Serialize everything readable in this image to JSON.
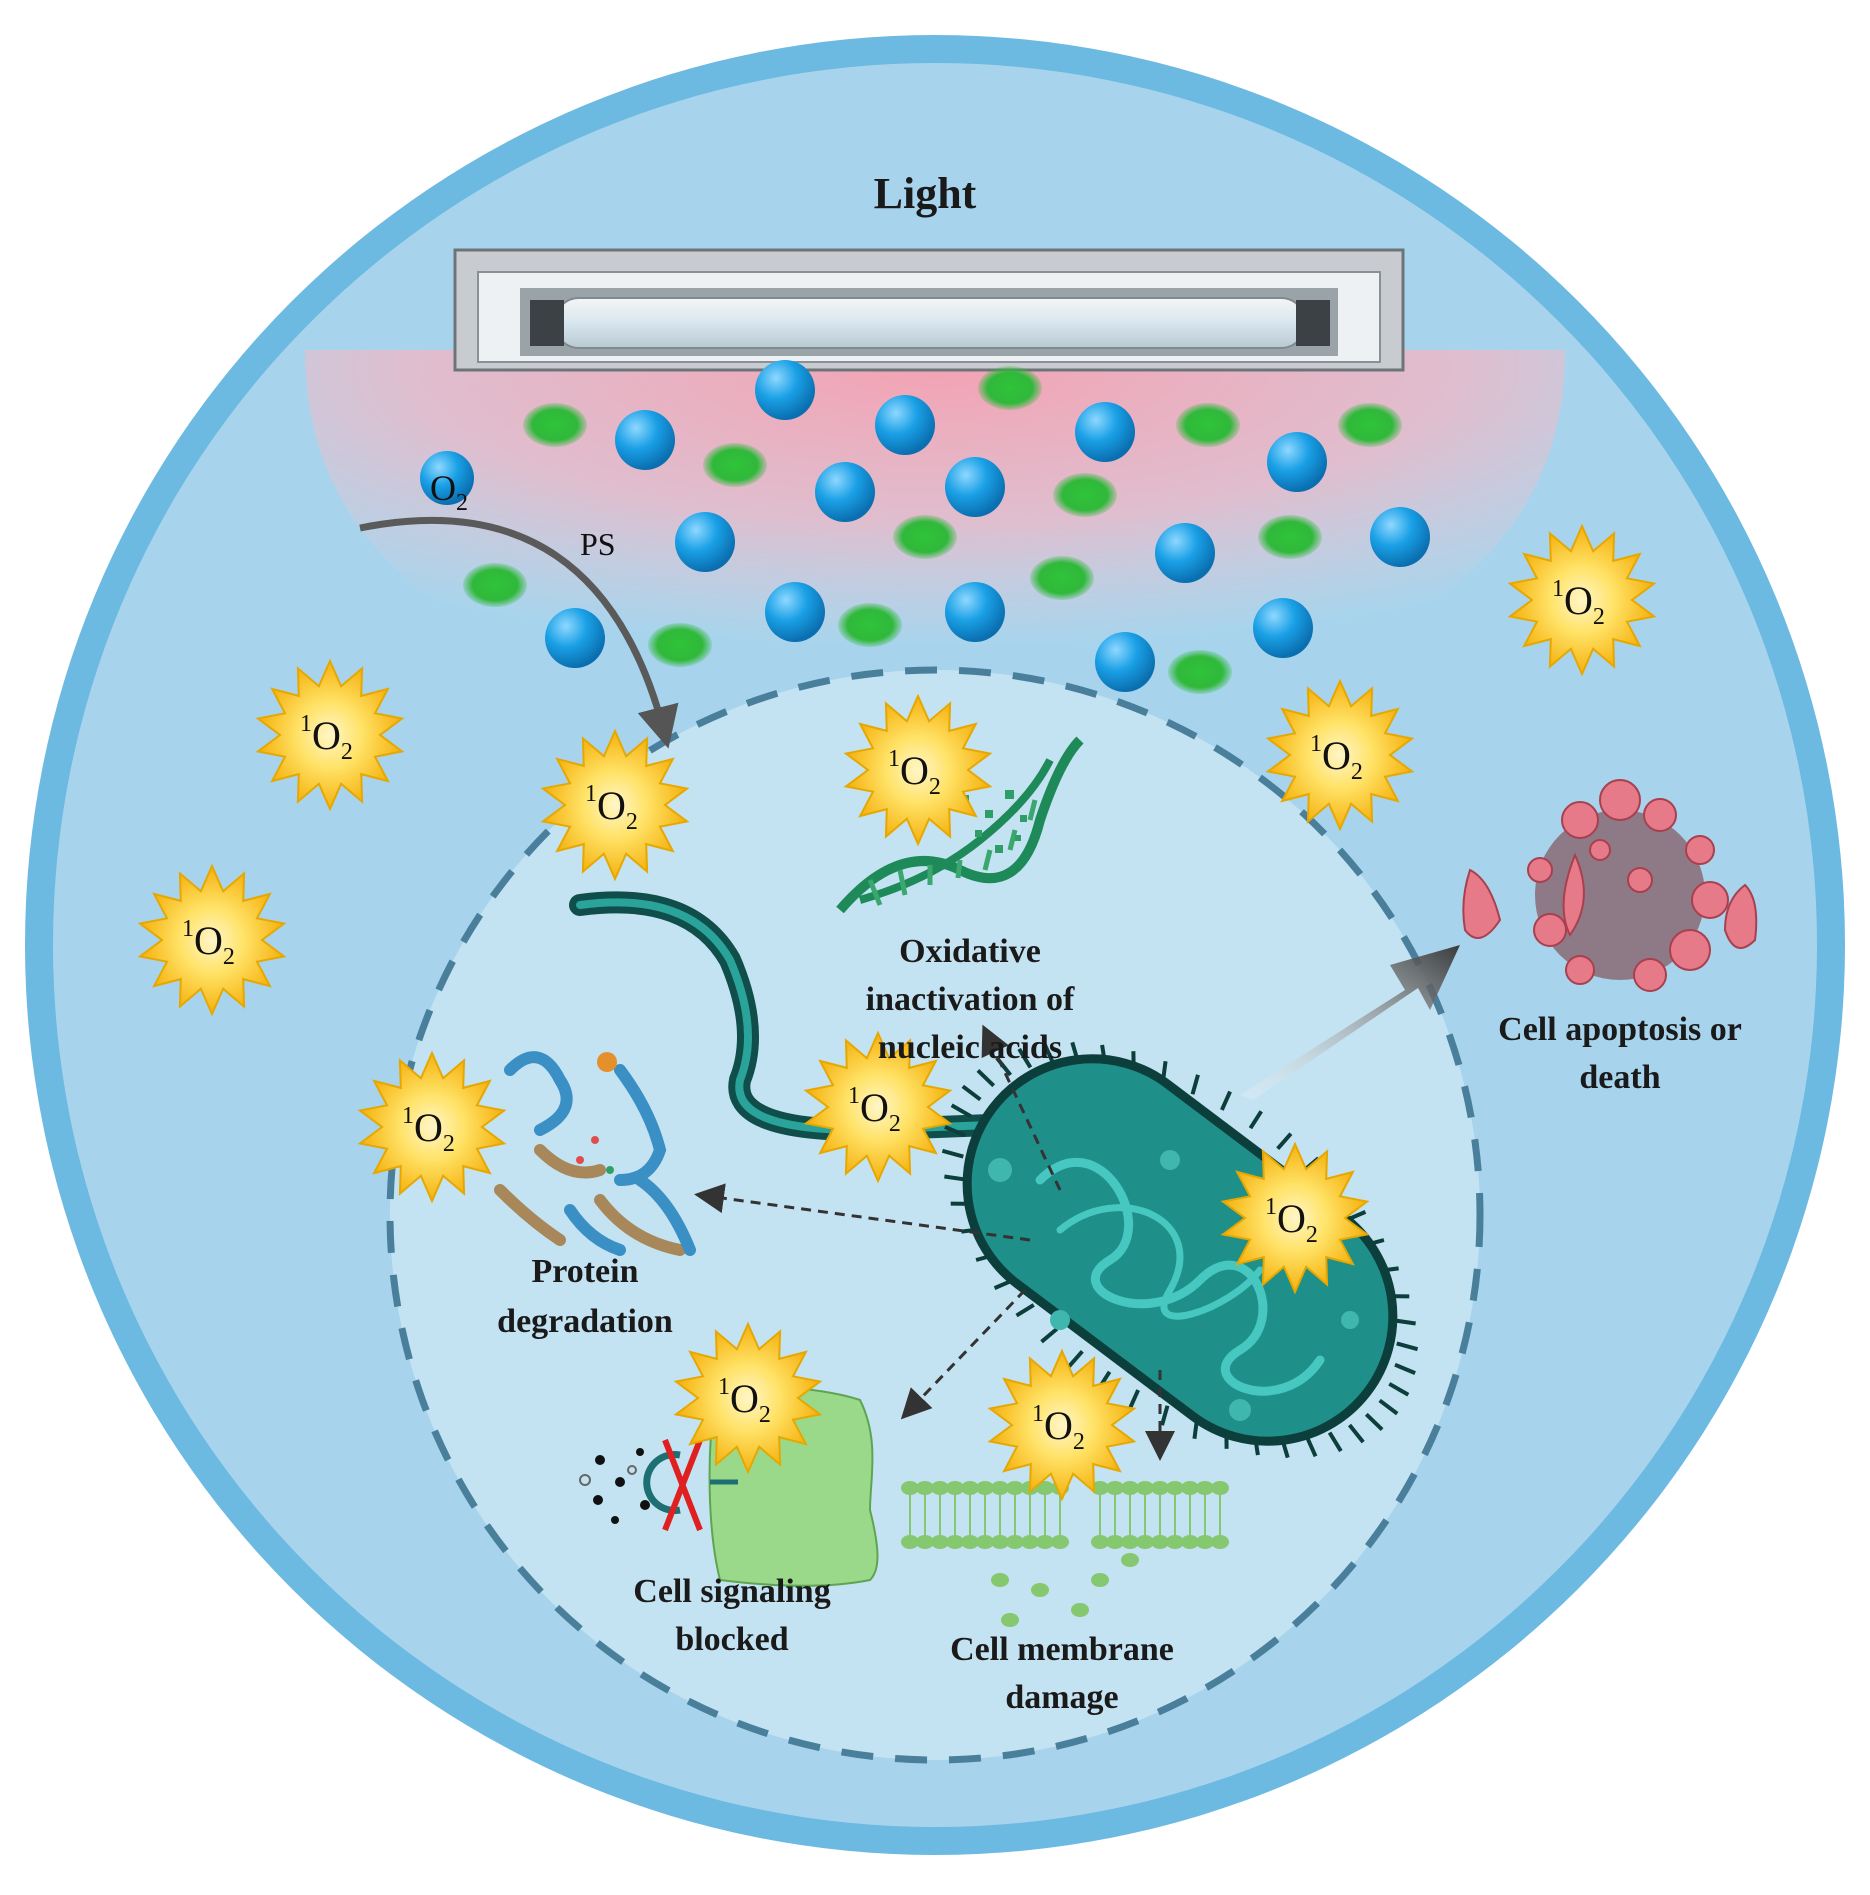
{
  "title": "Light",
  "labels": {
    "o2": "O",
    "o2_sub": "2",
    "ps": "PS",
    "singlet_sup": "1",
    "singlet_main": "O",
    "singlet_sub": "2",
    "nucleic_line1": "Oxidative",
    "nucleic_line2": "inactivation of",
    "nucleic_line3": "nucleic acids",
    "protein_line1": "Protein",
    "protein_line2": "degradation",
    "signaling_line1": "Cell signaling",
    "signaling_line2": "blocked",
    "membrane_line1": "Cell membrane",
    "membrane_line2": "damage",
    "apoptosis_line1": "Cell apoptosis or",
    "apoptosis_line2": "death"
  },
  "colors": {
    "outer_ring": "#6cb9e2",
    "outer_fill": "#a7d4ec",
    "inner_fill": "#c4e3f2",
    "dashed_ring": "#4a7f9c",
    "light_glow": "#f4a3b4",
    "oxygen": "#1a9be0",
    "photosensitizer": "#33b540",
    "singlet_star": "#f6c21a",
    "bacterium": "#1f8f8a",
    "dead_cell": "#e77a88"
  },
  "icons": [
    "lamp-icon",
    "oxygen-molecule-icon",
    "photosensitizer-icon",
    "singlet-oxygen-star-icon",
    "dna-icon",
    "protein-icon",
    "bacterium-icon",
    "receptor-icon",
    "membrane-icon",
    "dead-cell-icon"
  ]
}
